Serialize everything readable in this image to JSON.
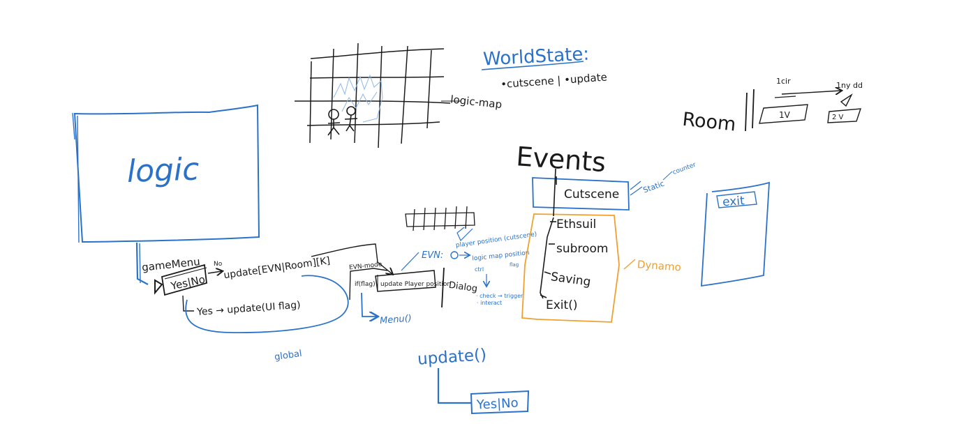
{
  "colors": {
    "black": "#1a1a1a",
    "blue": "#2a72c9",
    "orange": "#f0a030",
    "lightblue": "#8cb8e8"
  },
  "logic_box": {
    "label": "logic"
  },
  "game_menu": {
    "label": "gameMenu",
    "yesno_label": "Yes|No"
  },
  "branches": {
    "no_marker": "No",
    "no_text": "update[EVN|Room][K]",
    "yes_text": "Yes → update(UI flag)",
    "global_label": "global"
  },
  "evn_group": {
    "evn_label": "EVN-mode",
    "if_label": "if(flag)",
    "update_player": "update Player position",
    "menu_call": "Menu()"
  },
  "evn_notes": {
    "evn": "EVN:",
    "player_position": "player position (cutscene)",
    "logic_map": "logic map position",
    "small_a": "ctrl",
    "small_b": "flag",
    "dialog": "Dialog",
    "check": "· check → trigger",
    "interact": "· interact"
  },
  "map_sketch": {
    "logic_map_label": "logic-map"
  },
  "world_state": {
    "title": "WorldState:",
    "items": "•cutscene | •update"
  },
  "events": {
    "title": "Events",
    "static_label": "Static",
    "counter_label": "counter",
    "dynamo_label": "Dynamo",
    "cutscene": "Cutscene",
    "list": [
      "Ethsuil",
      "subroom",
      "Saving",
      "Exit()"
    ]
  },
  "room": {
    "label": "Room",
    "left_box": "1V",
    "left_above": "1cir",
    "right_above": "1ny dd",
    "right_box": "2 V"
  },
  "exit_card": {
    "label": "exit"
  },
  "update_block": {
    "title": "update()",
    "yesno_label": "Yes|No"
  }
}
